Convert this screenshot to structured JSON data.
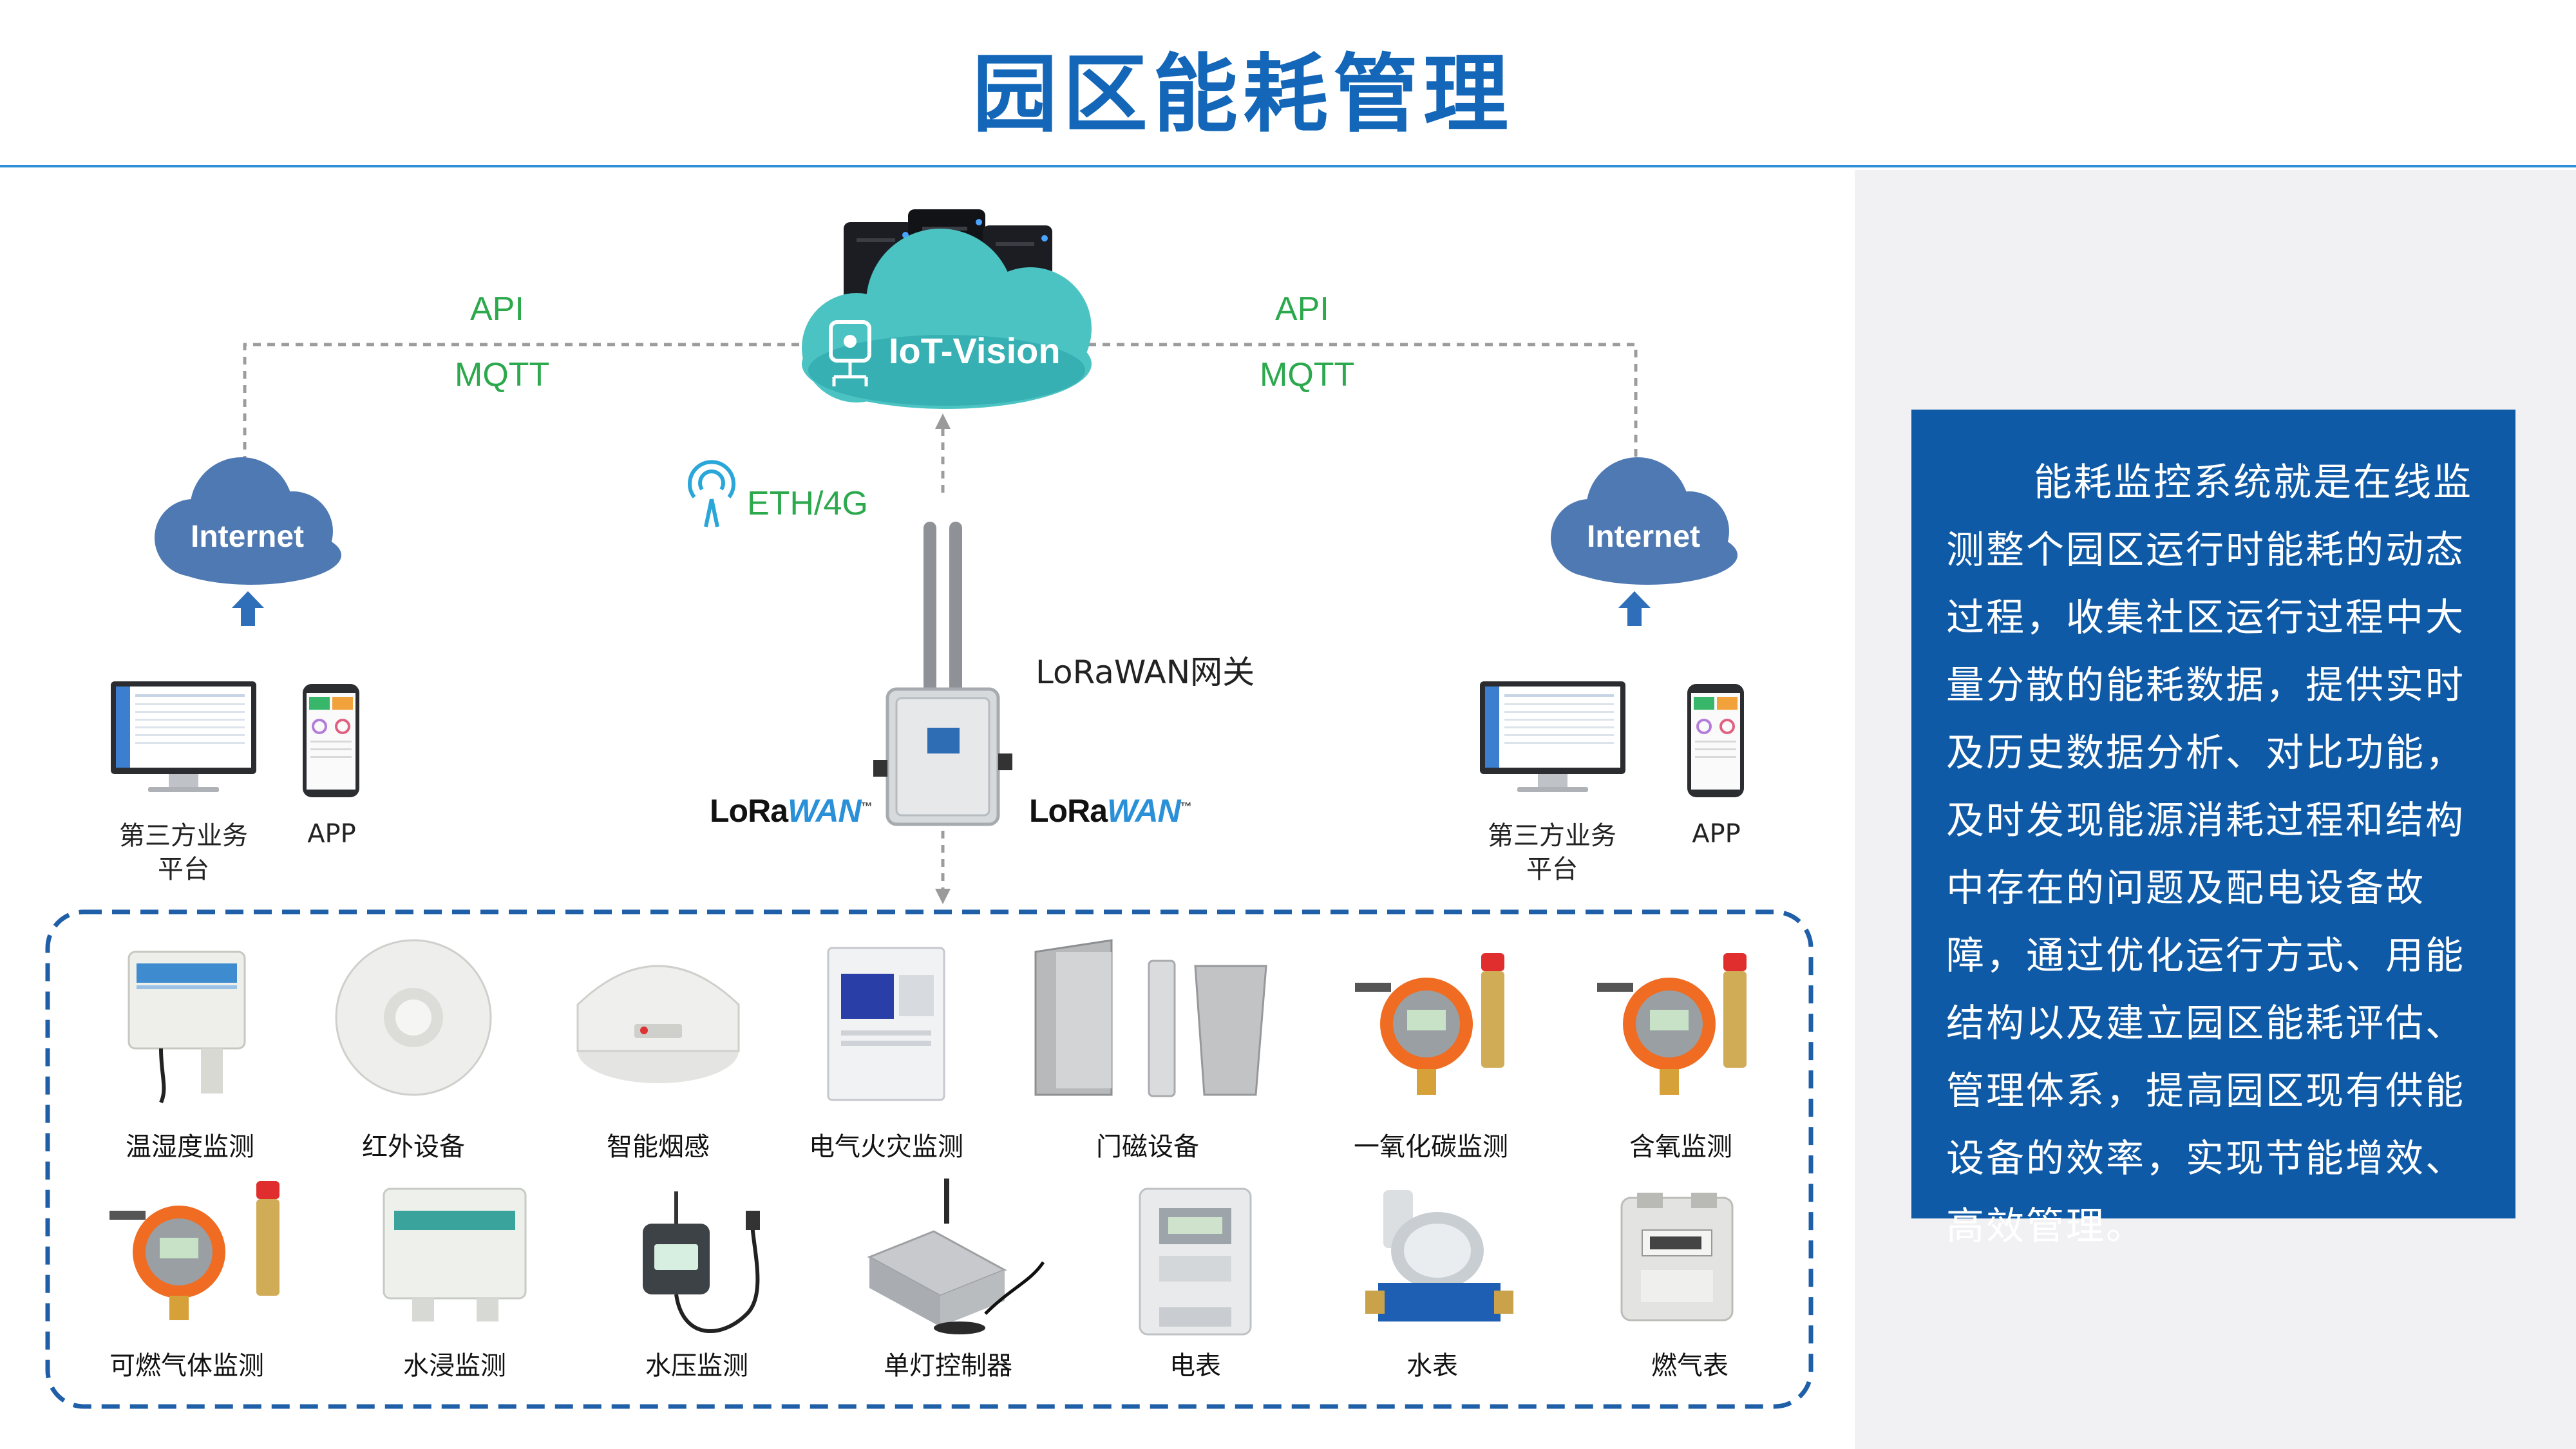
{
  "title": "园区能耗管理",
  "cloud": {
    "label": "IoT-Vision"
  },
  "protocols": {
    "left": {
      "api": "API",
      "mqtt": "MQTT"
    },
    "right": {
      "api": "API",
      "mqtt": "MQTT"
    },
    "uplink": "ETH/4G"
  },
  "internet_label": "Internet",
  "gateway": {
    "label": "LoRaWAN网关",
    "lorawan_logo": "LoRaWAN"
  },
  "clients": {
    "left": {
      "platform": "第三方业务平台",
      "app": "APP"
    },
    "right": {
      "platform": "第三方业务平台",
      "app": "APP"
    }
  },
  "devices_row1": [
    {
      "label": "温湿度监测",
      "icon": "temperature-humidity-sensor-icon"
    },
    {
      "label": "红外设备",
      "icon": "infrared-sensor-icon"
    },
    {
      "label": "智能烟感",
      "icon": "smoke-detector-icon"
    },
    {
      "label": "电气火灾监测",
      "icon": "electrical-fire-monitor-icon"
    },
    {
      "label": "门磁设备",
      "icon": "door-magnetic-sensor-icon"
    },
    {
      "label": "一氧化碳监测",
      "icon": "carbon-monoxide-detector-icon"
    },
    {
      "label": "含氧监测",
      "icon": "oxygen-detector-icon"
    }
  ],
  "devices_row2": [
    {
      "label": "可燃气体监测",
      "icon": "combustible-gas-detector-icon"
    },
    {
      "label": "水浸监测",
      "icon": "water-leak-sensor-icon"
    },
    {
      "label": "水压监测",
      "icon": "water-pressure-sensor-icon"
    },
    {
      "label": "单灯控制器",
      "icon": "single-lamp-controller-icon"
    },
    {
      "label": "电表",
      "icon": "electric-meter-icon"
    },
    {
      "label": "水表",
      "icon": "water-meter-icon"
    },
    {
      "label": "燃气表",
      "icon": "gas-meter-icon"
    }
  ],
  "description": "能耗监控系统就是在线监测整个园区运行时能耗的动态过程，收集社区运行过程中大量分散的能耗数据，提供实时及历史数据分析、对比功能，及时发现能源消耗过程和结构中存在的问题及配电设备故障，通过优化运行方式、用能结构以及建立园区能耗评估、管理体系，提高园区现有供能设备的效率，实现节能增效、高效管理。",
  "colors": {
    "title": "#1467b8",
    "panel": "#0f5aa6",
    "protocol": "#2ca84d",
    "cloud": "#5a7fb8"
  }
}
